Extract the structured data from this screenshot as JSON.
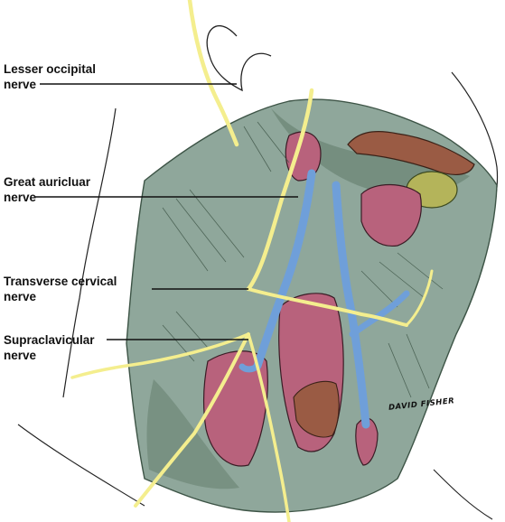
{
  "labels": {
    "lesser_occipital": {
      "line1": "Lesser occipital",
      "line2": "nerve"
    },
    "great_auricular": {
      "line1": "Great auricluar",
      "line2": "nerve"
    },
    "transverse_cervical": {
      "line1": "Transverse cervical",
      "line2": "nerve"
    },
    "supraclavicular": {
      "line1": "Supraclavicular",
      "line2": "nerve"
    }
  },
  "signature": "DAVID FISHER",
  "colors": {
    "fascia": "#8fa79b",
    "fascia_dark": "#5e7868",
    "nerve": "#f4ee8e",
    "vein": "#6f9fd9",
    "muscle": "#b8627c",
    "mandible": "#9a5b44",
    "gland": "#b4b45a",
    "skin_line": "#222222"
  }
}
